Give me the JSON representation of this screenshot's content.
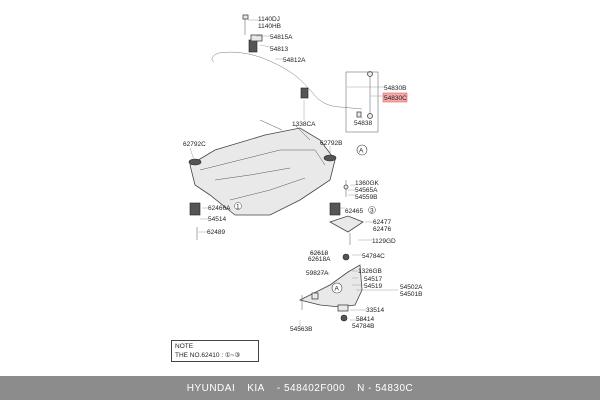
{
  "labels": {
    "p1140DJ": "1140DJ",
    "p1140HB": "1140HB",
    "p54815A": "54815A",
    "p54813": "54813",
    "p54812A": "54812A",
    "p54830B": "54830B",
    "p54830C": "54830C",
    "p54838": "54838",
    "p1338CA": "1338CA",
    "p62792C": "62792C",
    "p62792B": "62792B",
    "pA1": "A",
    "p1360GK": "1360GK",
    "p54565A": "54565A",
    "p54559B": "54559B",
    "p62466A": "62466A",
    "p62465": "62465",
    "p54514": "54514",
    "p62489": "62489",
    "p62477": "62477",
    "p62476": "62476",
    "p1129GD": "1129GD",
    "p62618": "62618",
    "p62618A": "62618A",
    "p54784C": "54784C",
    "p59827A": "59827A",
    "p1326GB": "1326GB",
    "p54517": "54517",
    "p54519": "54519",
    "p54502A": "54502A",
    "p54501B": "54501B",
    "p33514": "33514",
    "p58414": "58414",
    "p54563B": "54563B",
    "p54784B": "54784B",
    "pA2": "A",
    "c1": "1",
    "c3": "3"
  },
  "note": {
    "title": "NOTE",
    "line": "THE NO.62410 : ①~③"
  },
  "footer": {
    "brand": "HYUNDAI",
    "make": "KIA",
    "part_number": "- 548402F000",
    "n_label": "N - 54830C"
  },
  "colors": {
    "footer_bg": "#8c8c8c",
    "highlight": "#f7a8a8"
  }
}
